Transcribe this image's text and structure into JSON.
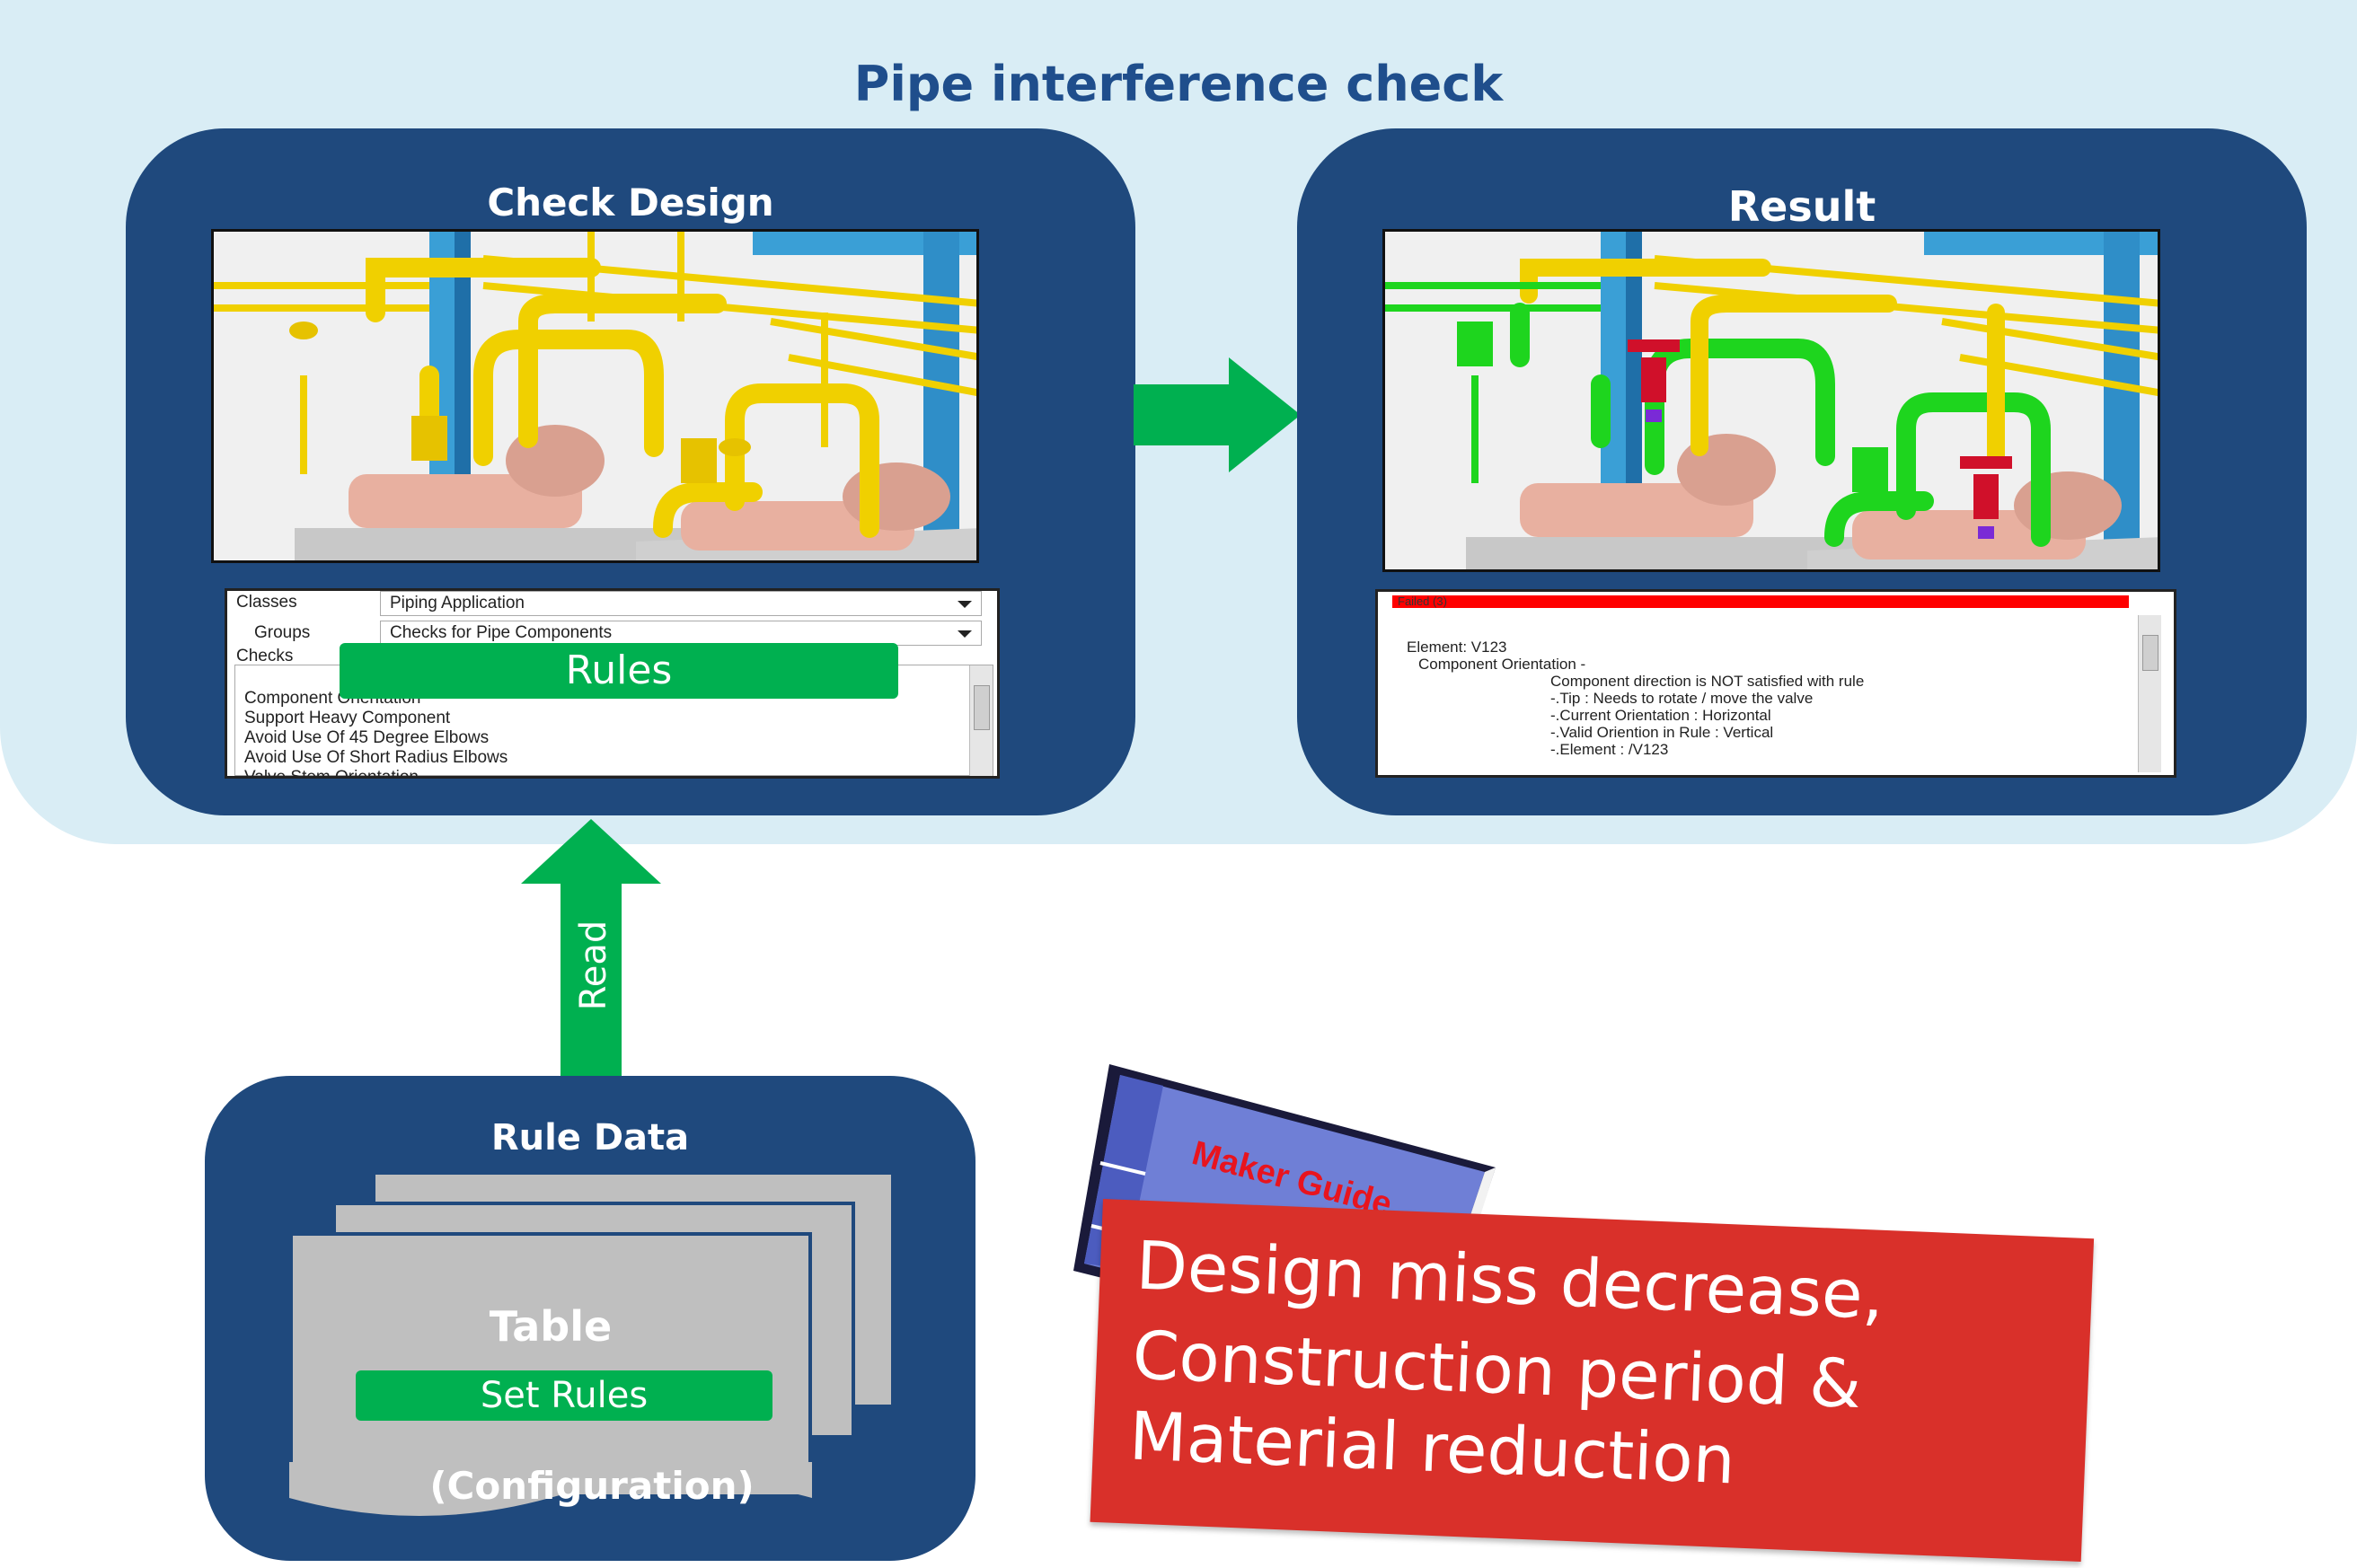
{
  "title": "Pipe interference check",
  "check_design": {
    "title": "Check Design",
    "classes_label": "Classes",
    "classes_value": "Piping Application",
    "groups_label": "Groups",
    "groups_value": "Checks for Pipe Components",
    "checks_label": "Checks",
    "checks": [
      "Component Orientation",
      "Support Heavy Component",
      "Avoid Use Of 45 Degree Elbows",
      "Avoid Use Of Short Radius Elbows",
      "Valve Stem Orientation"
    ],
    "rules_label": "Rules"
  },
  "result": {
    "title": "Result",
    "failed_label": "Failed (3)",
    "lines": [
      "Element: V123",
      "Component Orientation -",
      "Component direction is NOT satisfied with rule",
      "-.Tip : Needs to rotate / move the valve",
      "-.Current Orientation : Horizontal",
      "-.Valid Oriention in Rule : Vertical",
      "-.Element : /V123"
    ]
  },
  "read_label": "Read",
  "rule_data": {
    "title": "Rule Data",
    "table_label": "Table",
    "set_rules_label": "Set Rules",
    "config_label": "(Configuration)"
  },
  "book_label": "Maker Guide",
  "outcome": {
    "lines": [
      "Design miss decrease,",
      "Construction period &",
      "Material reduction"
    ]
  },
  "colors": {
    "navy": "#1f497d",
    "green": "#00b050",
    "light_blue": "#d9edf5",
    "red": "#d9302a",
    "pipe_yellow": "#f0d000",
    "pipe_green": "#1ed51e"
  }
}
